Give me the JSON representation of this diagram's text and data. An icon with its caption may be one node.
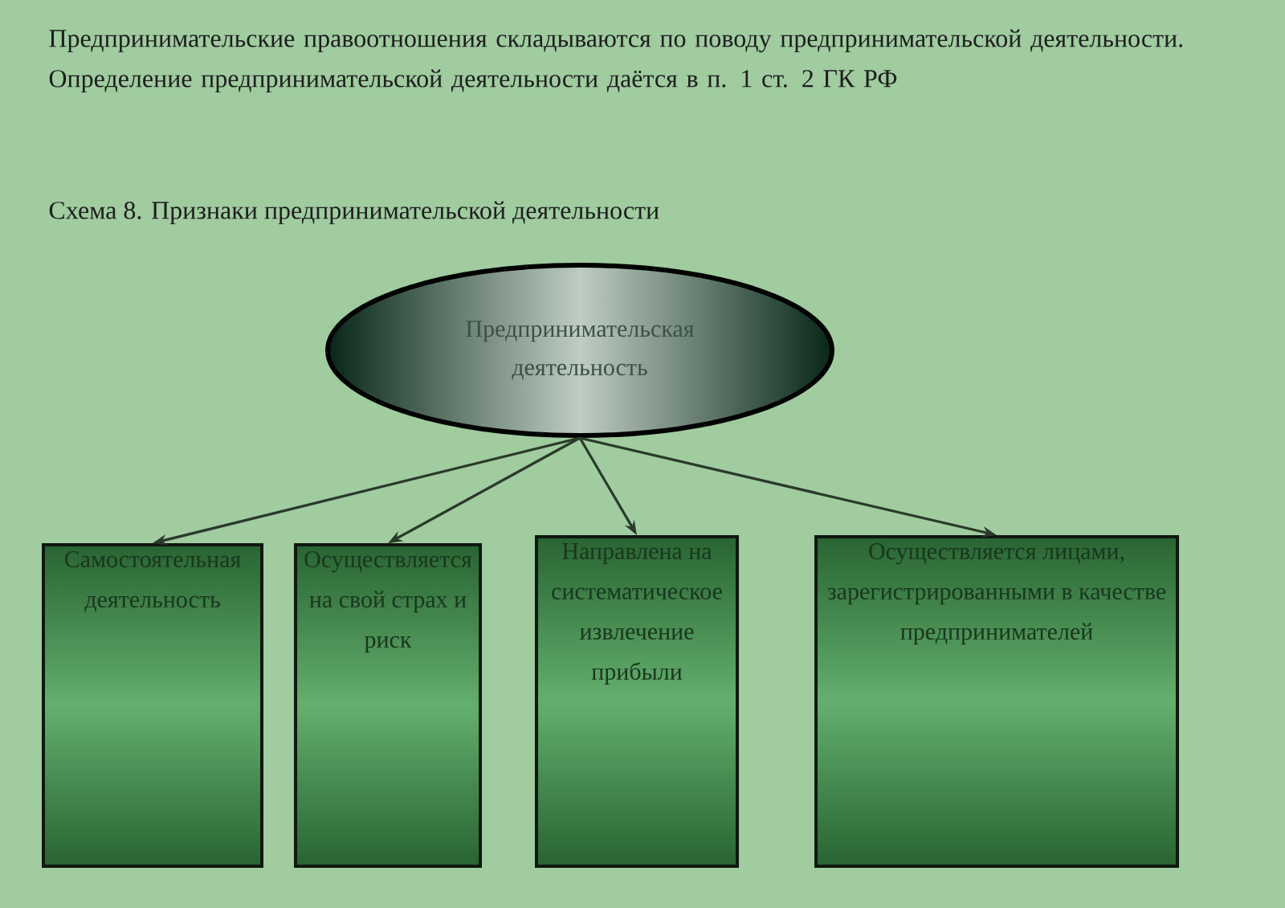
{
  "diagram": {
    "title": "Схема 8. Признаки предпринимательской деятельности",
    "nodes": [
      {
        "text": [
          "Предпринимательская деятельность"
        ]
      },
      {
        "text": [
          "Самостоятельная деятельность"
        ]
      },
      {
        "text": [
          "Осуществляется на свой страх и риск"
        ]
      },
      {
        "text": [
          "Направлена на систематическое извлечение прибыли"
        ]
      },
      {
        "text": [
          "Осуществляется лицами, зарегистрированными в качестве предпринимателей"
        ]
      }
    ],
    "edges": [
      {
        "from": 0,
        "to": 1,
        "arrow": "to"
      },
      {
        "from": 0,
        "to": 2,
        "arrow": "to"
      },
      {
        "from": 0,
        "to": 3,
        "arrow": "to"
      },
      {
        "from": 0,
        "to": 4,
        "arrow": "to"
      }
    ],
    "labels": [
      "Предпринимательские правоотношения складываются по поводу предпринимательской деятельности. Определение предпринимательской деятельности даётся в п. 1 ст. 2 ГК РФ"
    ]
  }
}
